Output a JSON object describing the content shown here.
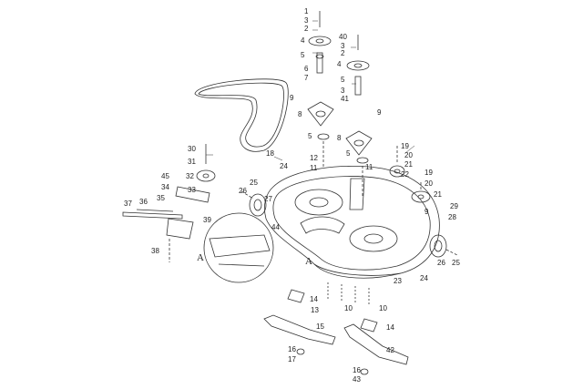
{
  "diagram": {
    "type": "exploded-parts-view",
    "callouts": [
      "1",
      "3",
      "2",
      "4",
      "5",
      "6",
      "7",
      "9",
      "8",
      "5",
      "12",
      "11",
      "40",
      "3",
      "2",
      "4",
      "5",
      "3",
      "41",
      "9",
      "8",
      "5",
      "11",
      "10",
      "18",
      "30",
      "31",
      "32",
      "45",
      "34",
      "33",
      "37",
      "36",
      "35",
      "39",
      "38",
      "19",
      "20",
      "21",
      "22",
      "19",
      "20",
      "21",
      "29",
      "28",
      "9",
      "25",
      "26",
      "27",
      "44",
      "24",
      "24",
      "26",
      "25",
      "23",
      "14",
      "13",
      "10",
      "15",
      "16",
      "17",
      "14",
      "42",
      "16",
      "43"
    ],
    "markers": [
      "A",
      "A"
    ],
    "colors": {
      "line": "#333333",
      "text": "#222222",
      "background": "#ffffff"
    }
  }
}
